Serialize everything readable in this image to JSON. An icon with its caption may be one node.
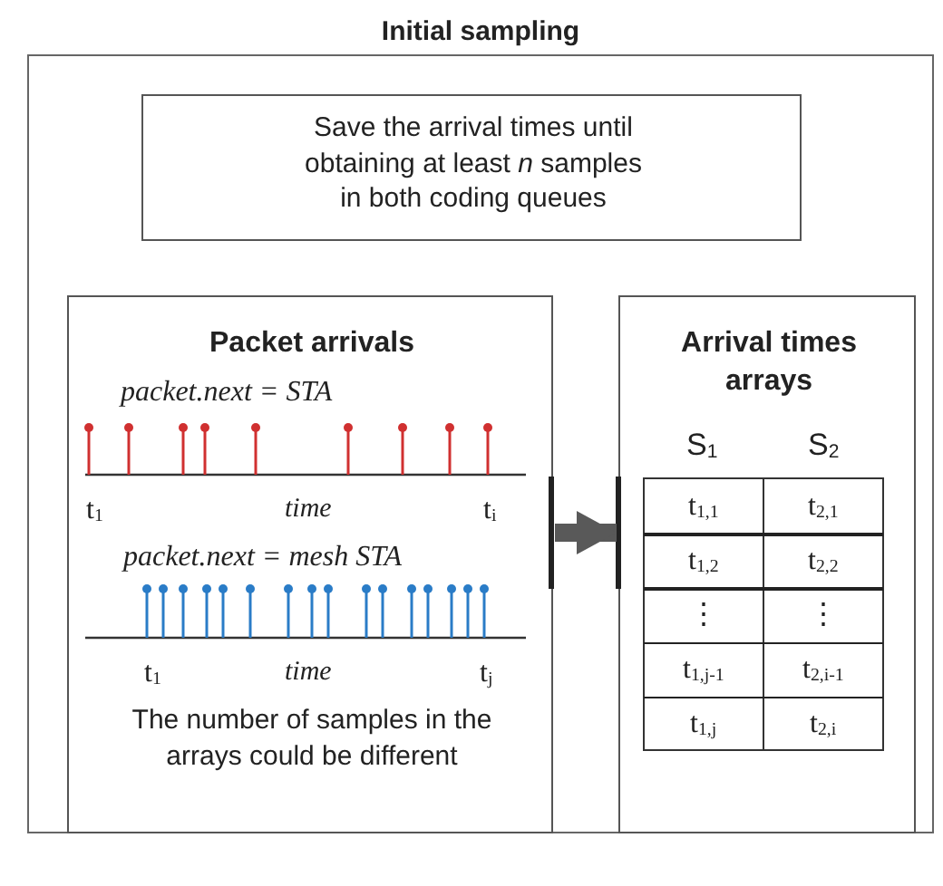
{
  "diagram": {
    "nodes": [
      {
        "text": [
          "Initial sampling"
        ]
      },
      {
        "text": [
          "Save the arrival times until obtaining at least *n* samples in both coding queues"
        ],
        "in": 0
      },
      {
        "text": [
          "Packet arrivals",
          "The number of samples in the arrays could be different"
        ],
        "in": 0
      },
      {
        "text": [
          "Arrival times arrays"
        ],
        "in": 0
      }
    ],
    "edges": [
      {
        "from": 2,
        "to": 3,
        "arrow": "to"
      }
    ],
    "labels": [
      "packet.next = STA",
      "t$_{1}$",
      "time",
      "t$_{i}$",
      "packet.next = mesh STA",
      "t$_{1}$",
      "time",
      "t$_{j}$",
      "S$_{1}$",
      "S$_{2}$",
      "t$_{1,1}$",
      "t$_{2,1}$",
      "t$_{1,2}$",
      "t$_{2,2}$",
      "⋮",
      "⋮",
      "t$_{1,j-1}$",
      "t$_{2,i-1}$",
      "t$_{1,j}$",
      "t$_{2,i}$"
    ]
  }
}
